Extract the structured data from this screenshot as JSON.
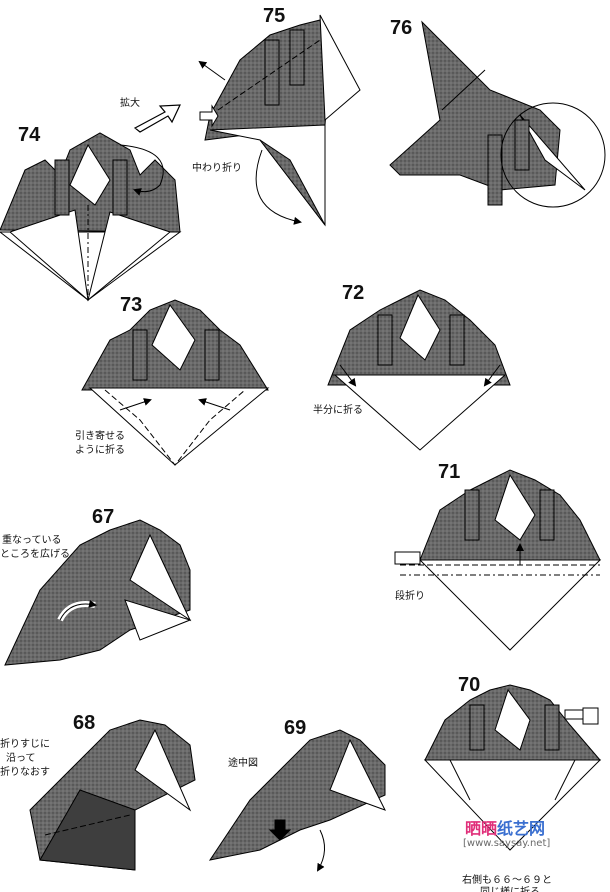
{
  "steps": {
    "s74": "74",
    "s75": "75",
    "s76": "76",
    "s73": "73",
    "s72": "72",
    "s67": "67",
    "s71": "71",
    "s68": "68",
    "s69": "69",
    "s70": "70"
  },
  "notes": {
    "enlarge": "拡大",
    "inside_reverse": "中わり折り",
    "pull_fold_1": "引き寄せる",
    "pull_fold_2": "ように折る",
    "fold_half": "半分に折る",
    "spread_1": "重なっている",
    "spread_2": "ところを広げる",
    "pleat": "段折り",
    "refold_1": "折りすじに",
    "refold_2": "沿って",
    "refold_3": "折りなおす",
    "in_progress": "途中図",
    "right_side": "右側も６６～６９と",
    "right_side_2": "同じ様に折る"
  },
  "watermark": {
    "brand_a": "晒晒",
    "brand_b": "纸艺网",
    "url": "[www.saysay.net]"
  },
  "colors": {
    "paper_dark": "#5a5a5a",
    "paper_mid": "#7d7d7d",
    "line": "#000000",
    "watermark_pink": "#e0307a",
    "watermark_blue": "#3a6fd0"
  }
}
